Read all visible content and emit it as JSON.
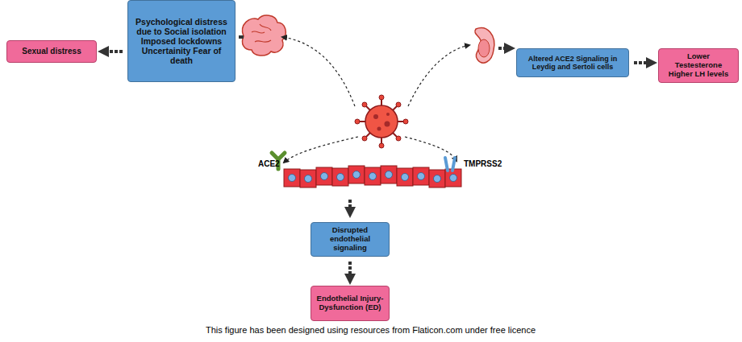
{
  "diagram": {
    "nodes": [
      {
        "text": [
          "Sexual distress"
        ]
      },
      {
        "text": [
          "Psychological distress due to Social isolation Imposed lockdowns Uncertainity Fear of death"
        ]
      },
      {
        "text": [
          "Altered ACE2 Signaling in Leydig and Sertoli cells"
        ]
      },
      {
        "text": [
          "Lower Testesterone Higher LH levels"
        ]
      },
      {
        "text": [
          "Disrupted endothelial signaling"
        ]
      },
      {
        "text": [
          "Endothelial Injury- Dysfunction (ED)"
        ]
      }
    ],
    "edges": [
      {
        "from": 1,
        "to": 0,
        "arrow": "to"
      },
      {
        "from": 2,
        "to": 3,
        "arrow": "to"
      },
      {
        "from": 4,
        "to": 5,
        "arrow": "to"
      }
    ],
    "labels": [
      "ACE2",
      "TMPRSS2",
      "This figure has been designed using resources from Flaticon.com under free licence"
    ]
  }
}
